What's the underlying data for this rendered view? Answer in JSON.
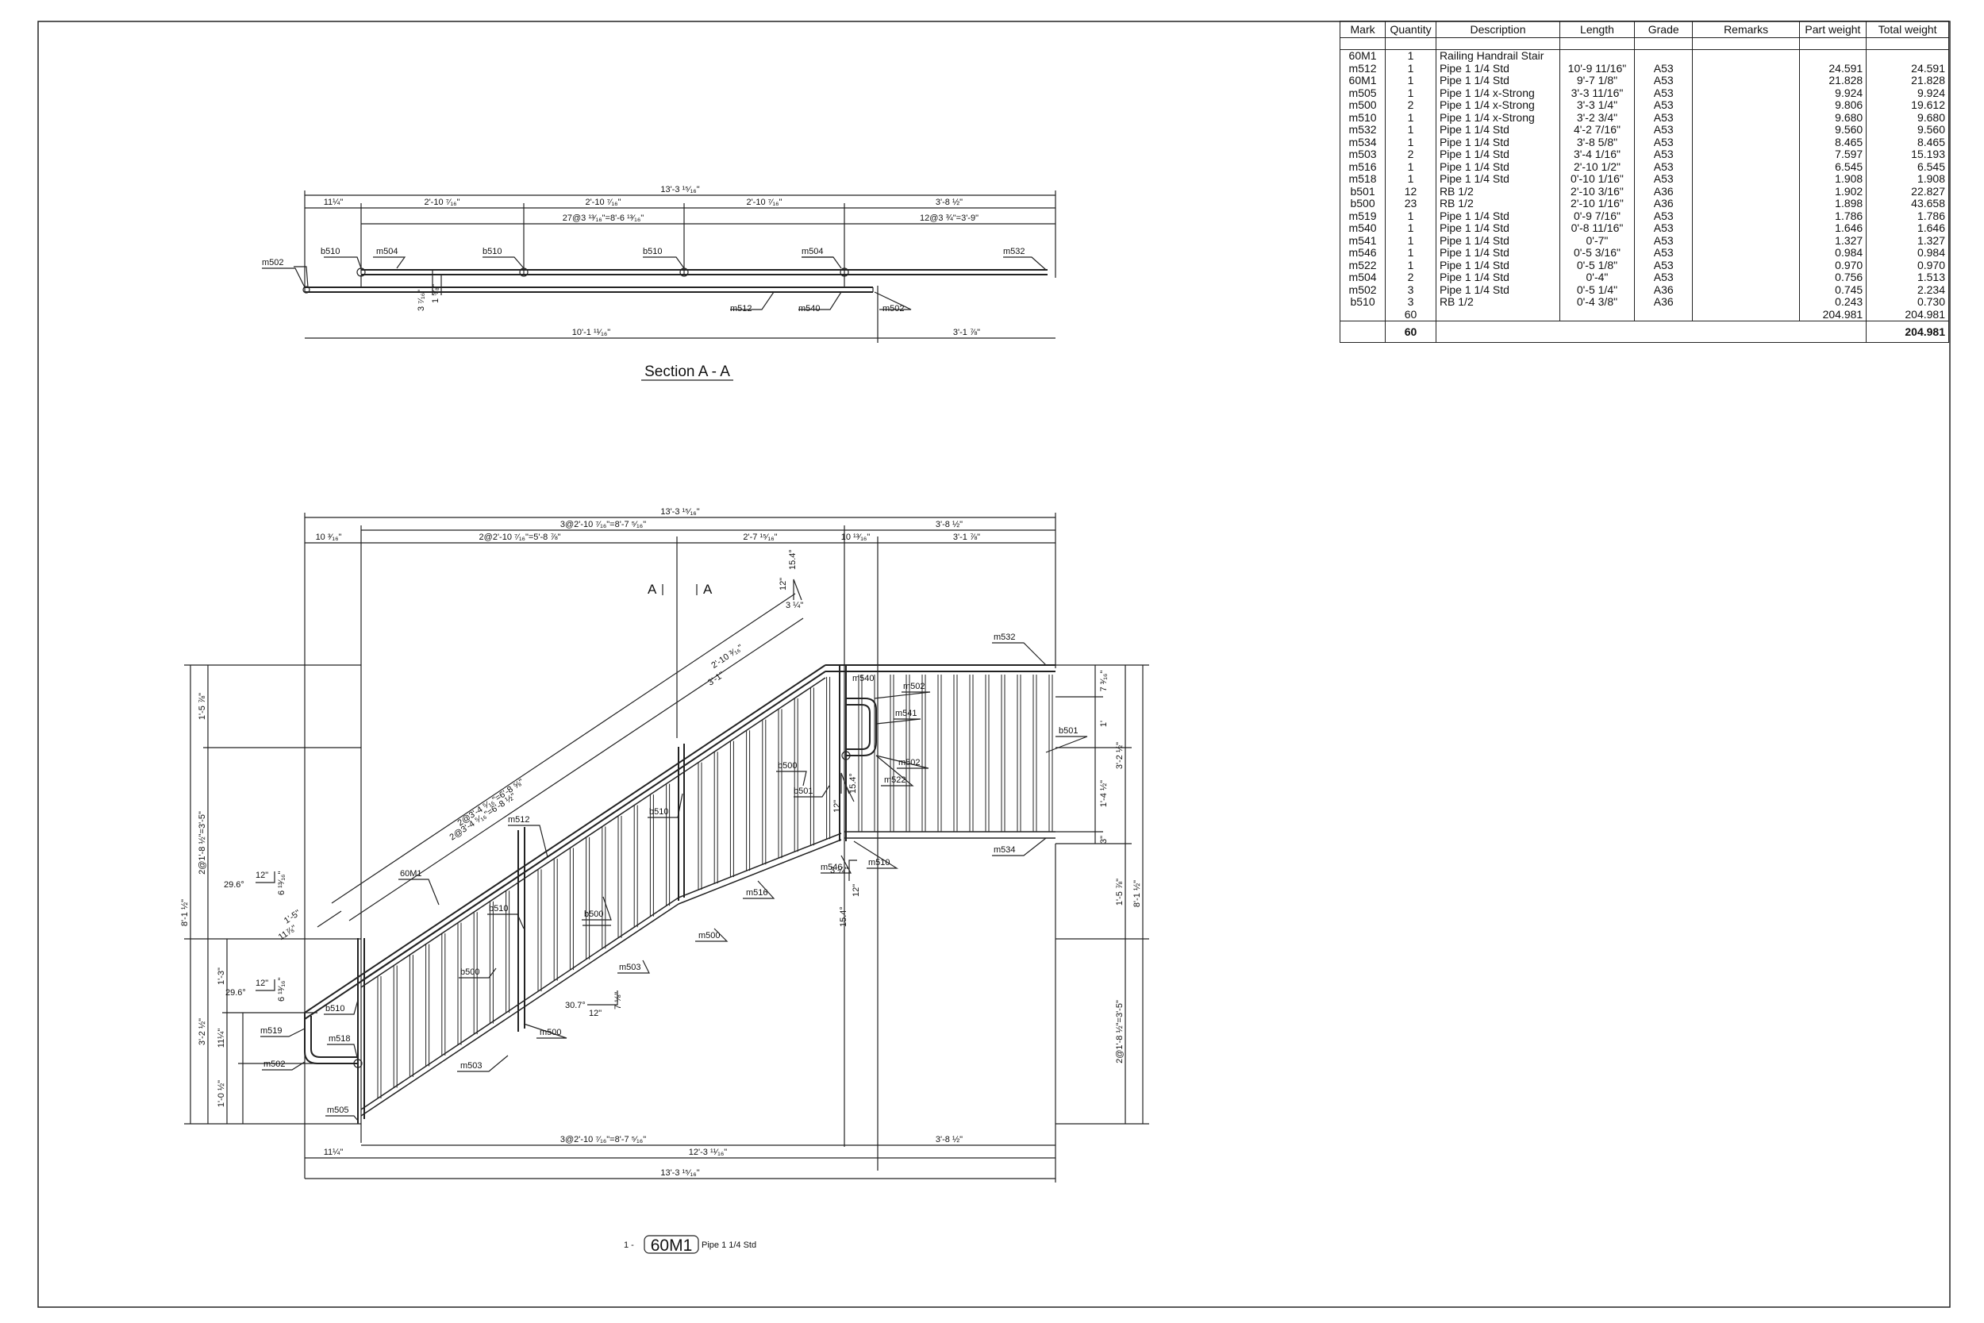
{
  "bom": {
    "headers": [
      "Mark",
      "Quantity",
      "Description",
      "Length",
      "Grade",
      "Remarks",
      "Part weight",
      "Total weight"
    ],
    "rows": [
      {
        "mark": "60M1",
        "qty": "1",
        "desc": "Railing Handrail Stair",
        "length": "",
        "grade": "",
        "remarks": "",
        "part": "",
        "total": ""
      },
      {
        "mark": "m512",
        "qty": "1",
        "desc": "Pipe 1 1/4 Std",
        "length": "10'-9 11/16\"",
        "grade": "A53",
        "remarks": "",
        "part": "24.591",
        "total": "24.591"
      },
      {
        "mark": "60M1",
        "qty": "1",
        "desc": "Pipe 1 1/4 Std",
        "length": "9'-7 1/8\"",
        "grade": "A53",
        "remarks": "",
        "part": "21.828",
        "total": "21.828"
      },
      {
        "mark": "m505",
        "qty": "1",
        "desc": "Pipe 1 1/4 x-Strong",
        "length": "3'-3 11/16\"",
        "grade": "A53",
        "remarks": "",
        "part": "9.924",
        "total": "9.924"
      },
      {
        "mark": "m500",
        "qty": "2",
        "desc": "Pipe 1 1/4 x-Strong",
        "length": "3'-3 1/4\"",
        "grade": "A53",
        "remarks": "",
        "part": "9.806",
        "total": "19.612"
      },
      {
        "mark": "m510",
        "qty": "1",
        "desc": "Pipe 1 1/4 x-Strong",
        "length": "3'-2 3/4\"",
        "grade": "A53",
        "remarks": "",
        "part": "9.680",
        "total": "9.680"
      },
      {
        "mark": "m532",
        "qty": "1",
        "desc": "Pipe 1 1/4 Std",
        "length": "4'-2 7/16\"",
        "grade": "A53",
        "remarks": "",
        "part": "9.560",
        "total": "9.560"
      },
      {
        "mark": "m534",
        "qty": "1",
        "desc": "Pipe 1 1/4 Std",
        "length": "3'-8 5/8\"",
        "grade": "A53",
        "remarks": "",
        "part": "8.465",
        "total": "8.465"
      },
      {
        "mark": "m503",
        "qty": "2",
        "desc": "Pipe 1 1/4 Std",
        "length": "3'-4 1/16\"",
        "grade": "A53",
        "remarks": "",
        "part": "7.597",
        "total": "15.193"
      },
      {
        "mark": "m516",
        "qty": "1",
        "desc": "Pipe 1 1/4 Std",
        "length": "2'-10 1/2\"",
        "grade": "A53",
        "remarks": "",
        "part": "6.545",
        "total": "6.545"
      },
      {
        "mark": "m518",
        "qty": "1",
        "desc": "Pipe 1 1/4 Std",
        "length": "0'-10 1/16\"",
        "grade": "A53",
        "remarks": "",
        "part": "1.908",
        "total": "1.908"
      },
      {
        "mark": "b501",
        "qty": "12",
        "desc": "RB 1/2",
        "length": "2'-10 3/16\"",
        "grade": "A36",
        "remarks": "",
        "part": "1.902",
        "total": "22.827"
      },
      {
        "mark": "b500",
        "qty": "23",
        "desc": "RB 1/2",
        "length": "2'-10 1/16\"",
        "grade": "A36",
        "remarks": "",
        "part": "1.898",
        "total": "43.658"
      },
      {
        "mark": "m519",
        "qty": "1",
        "desc": "Pipe 1 1/4 Std",
        "length": "0'-9 7/16\"",
        "grade": "A53",
        "remarks": "",
        "part": "1.786",
        "total": "1.786"
      },
      {
        "mark": "m540",
        "qty": "1",
        "desc": "Pipe 1 1/4 Std",
        "length": "0'-8 11/16\"",
        "grade": "A53",
        "remarks": "",
        "part": "1.646",
        "total": "1.646"
      },
      {
        "mark": "m541",
        "qty": "1",
        "desc": "Pipe 1 1/4 Std",
        "length": "0'-7\"",
        "grade": "A53",
        "remarks": "",
        "part": "1.327",
        "total": "1.327"
      },
      {
        "mark": "m546",
        "qty": "1",
        "desc": "Pipe 1 1/4 Std",
        "length": "0'-5 3/16\"",
        "grade": "A53",
        "remarks": "",
        "part": "0.984",
        "total": "0.984"
      },
      {
        "mark": "m522",
        "qty": "1",
        "desc": "Pipe 1 1/4 Std",
        "length": "0'-5 1/8\"",
        "grade": "A53",
        "remarks": "",
        "part": "0.970",
        "total": "0.970"
      },
      {
        "mark": "m504",
        "qty": "2",
        "desc": "Pipe 1 1/4 Std",
        "length": "0'-4\"",
        "grade": "A53",
        "remarks": "",
        "part": "0.756",
        "total": "1.513"
      },
      {
        "mark": "m502",
        "qty": "3",
        "desc": "Pipe 1 1/4 Std",
        "length": "0'-5 1/4\"",
        "grade": "A36",
        "remarks": "",
        "part": "0.745",
        "total": "2.234"
      },
      {
        "mark": "b510",
        "qty": "3",
        "desc": "RB 1/2",
        "length": "0'-4 3/8\"",
        "grade": "A36",
        "remarks": "",
        "part": "0.243",
        "total": "0.730"
      }
    ],
    "subtotal": {
      "qty": "60",
      "part": "204.981",
      "total": "204.981"
    },
    "grand": {
      "qty": "60",
      "total": "204.981"
    }
  },
  "section": {
    "title": "Section A - A",
    "dims": {
      "overall": "13'-3 ¹⁵⁄₁₆\"",
      "d1": "11¼\"",
      "d2": "2'-10 ⁷⁄₁₆\"",
      "d3": "2'-10 ⁷⁄₁₆\"",
      "d4": "2'-10 ⁷⁄₁₆\"",
      "d5": "3'-8 ½\"",
      "spacing_stair": "27@3 ¹³⁄₁₆\"=8'-6 ¹³⁄₁₆\"",
      "spacing_landing": "12@3 ¾\"=3'-9\"",
      "bottom_left": "10'-1 ¹¹⁄₁₆\"",
      "bottom_right": "3'-1 ⅞\"",
      "v1": "3 ⁷⁄₁₆\"",
      "v2": "1 ⁵⁄₈\""
    },
    "labels": [
      "m502",
      "b510",
      "m504",
      "b510",
      "b510",
      "m504",
      "m532",
      "m512",
      "m540",
      "m502"
    ]
  },
  "elevation": {
    "top_dims": {
      "overall": "13'-3 ¹⁵⁄₁₆\"",
      "a": "3@2'-10 ⁷⁄₁₆\"=8'-7 ⁵⁄₁₆\"",
      "b": "3'-8 ½\"",
      "c1": "10 ³⁄₁₆\"",
      "c2": "2@2'-10 ⁷⁄₁₆\"=5'-8 ⅞\"",
      "c3": "2'-7 ¹⁵⁄₁₆\"",
      "c4": "10 ¹³⁄₁₆\"",
      "c5": "3'-1 ⅞\""
    },
    "bottom_dims": {
      "a": "3@2'-10 ⁷⁄₁₆\"=8'-7 ⁵⁄₁₆\"",
      "b": "3'-8 ½\"",
      "c1": "11¼\"",
      "c2": "12'-3 ¹¹⁄₁₆\"",
      "overall": "13'-3 ¹⁵⁄₁₆\""
    },
    "left_dims": {
      "total": "8'-1 ½\"",
      "upper": "1'-5 ⅞\"",
      "mid": "2@1'-8 ½\"=3'-5\"",
      "l1": "1'-3\"",
      "l2": "3'-2 ½\"",
      "l3": "11¼\"",
      "l4": "1'-0 ½\""
    },
    "right_dims": {
      "r1": "7 ³⁄₁₆\"",
      "r2": "1'",
      "r3": "1'-4 ½\"",
      "r4": "3\"",
      "r5": "3'-2 ½\"",
      "r6": "1'-5 ⅞\"",
      "r7": "8'-1 ½\"",
      "r8": "2@1'-8 ½\"=3'-5\""
    },
    "slope_dims": {
      "s1": "2@3'-4 ⁵⁄₁₆\"=6'-8 ⅝\"",
      "s2": "2@3'-4 ⁵⁄₁₆\"=6'-8 ½\"",
      "s3": "2'-10 ³⁄₁₆\"",
      "s4": "3'-1\"",
      "s5": "1'-5\"",
      "s6": "11⅞\""
    },
    "angles": {
      "a1": "29.6°",
      "a2": "29.6°",
      "a3": "30.7°",
      "a4": "15.4°",
      "a5": "15.4°",
      "a6": "15.4°",
      "n12": "12\"",
      "n6": "6 ¹³⁄₁₆\"",
      "n7": "7 ⅛\"",
      "n3": "3 ¼\""
    },
    "section_marker": "A",
    "labels": [
      "m532",
      "m540",
      "m502",
      "m541",
      "b501",
      "m502",
      "b500",
      "b501",
      "m522",
      "b510",
      "m512",
      "60M1",
      "b510",
      "b500",
      "m516",
      "m546",
      "m510",
      "m534",
      "m500",
      "b500",
      "m503",
      "b510",
      "m519",
      "m518",
      "m502",
      "m500",
      "m503",
      "m505"
    ]
  },
  "caption": {
    "prefix": "1 -",
    "mark": "60M1",
    "desc": "Pipe 1 1/4 Std"
  }
}
